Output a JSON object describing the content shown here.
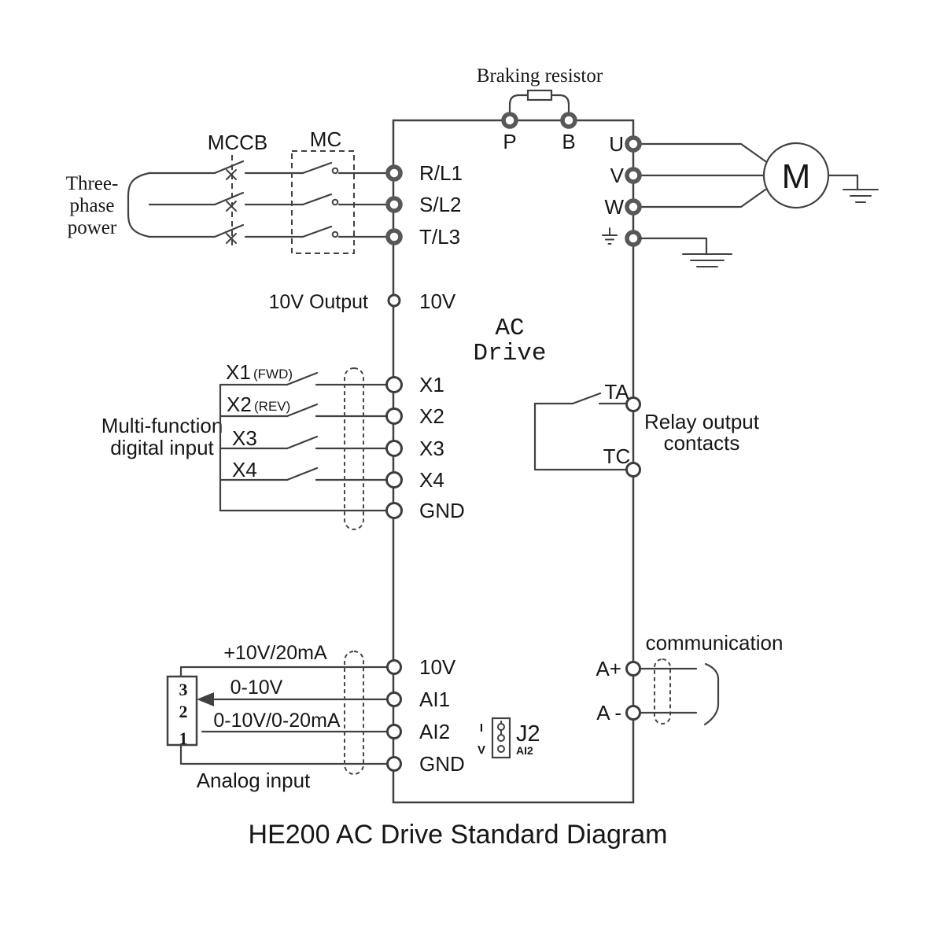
{
  "title": "HE200 AC Drive Standard Diagram",
  "drive": {
    "line1": "AC",
    "line2": "Drive"
  },
  "braking": {
    "caption": "Braking resistor",
    "p": "P",
    "b": "B"
  },
  "power": {
    "source1": "Three-",
    "source2": "phase",
    "source3": "power",
    "mccb": "MCCB",
    "mc": "MC",
    "t_r": "R/L1",
    "t_s": "S/L2",
    "t_t": "T/L3"
  },
  "aux": {
    "caption": "10V Output",
    "terminal": "10V"
  },
  "outputs": {
    "u": "U",
    "v": "V",
    "w": "W",
    "motor": "M"
  },
  "digital": {
    "caption1": "Multi-function",
    "caption2": "digital input",
    "sw1": "X1",
    "sw1_tag": "(FWD)",
    "sw2": "X2",
    "sw2_tag": "(REV)",
    "sw3": "X3",
    "sw4": "X4",
    "t1": "X1",
    "t2": "X2",
    "t3": "X3",
    "t4": "X4",
    "t5": "GND"
  },
  "relay": {
    "caption1": "Relay output",
    "caption2": "contacts",
    "ta": "TA",
    "tc": "TC"
  },
  "analog": {
    "caption": "Analog input",
    "pin3": "3",
    "pin2": "2",
    "pin1": "1",
    "w1": "+10V/20mA",
    "w2": "0-10V",
    "w3": "0-10V/0-20mA",
    "t1": "10V",
    "t2": "AI1",
    "t3": "AI2",
    "t4": "GND"
  },
  "jumper": {
    "top": "I",
    "bottom": "V",
    "name": "J2",
    "sub": "AI2"
  },
  "comm": {
    "caption": "communication",
    "a_plus": "A+",
    "a_minus": "A -"
  }
}
